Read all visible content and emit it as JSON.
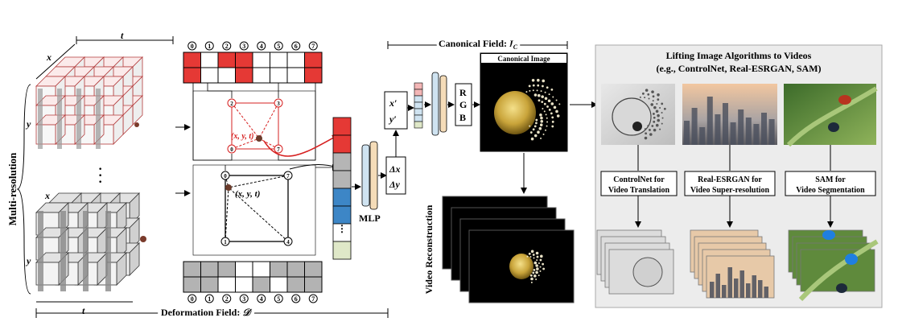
{
  "labels": {
    "multi_resolution": "Multi-resolution",
    "t_top": "t",
    "x_top": "x",
    "y_top": "y",
    "x_bot": "x",
    "y_bot": "y",
    "t_bot": "t",
    "dots_vertical": "·",
    "point_top": "(x, y, t)",
    "point_bot": "(x, y, t)",
    "hash_indices": [
      "0",
      "1",
      "2",
      "3",
      "4",
      "5",
      "6",
      "7"
    ],
    "corner_top": [
      "2",
      "3",
      "0",
      "7"
    ],
    "corner_bot": [
      "0",
      "7",
      "1",
      "4"
    ],
    "mlp": "MLP",
    "delta_x": "Δx",
    "delta_y": "Δy",
    "x_prime": "x′",
    "y_prime": "y′",
    "rgb_r": "R",
    "rgb_g": "G",
    "rgb_b": "B",
    "canonical_field": "Canonical Field: ",
    "canonical_field_symbol": "I",
    "canonical_field_sub": "C",
    "canonical_image": "Canonical Image",
    "video_reconstruction": "Video Reconstruction",
    "deformation_field": "Deformation Field: ",
    "deformation_field_symbol": "𝒟",
    "lifting_title_1": "Lifting Image Algorithms to Videos",
    "lifting_title_2": "(e.g., ControlNet, Real-ESRGAN, SAM)",
    "box1_l1": "ControlNet for",
    "box1_l2": "Video Translation",
    "box2_l1": "Real-ESRGAN for",
    "box2_l2": "Video Super-resolution",
    "box3_l1": "SAM for",
    "box3_l2": "Video Segmentation"
  },
  "colors": {
    "hash_red": "#e53935",
    "feature_blue": "#3d86c6",
    "feature_gray": "#b5b5b5",
    "feature_green": "#dfe8c8",
    "panel_gray": "#ececec",
    "mlp_orange": "#f5dcb8",
    "mlp_blue": "#cfe3f1"
  }
}
